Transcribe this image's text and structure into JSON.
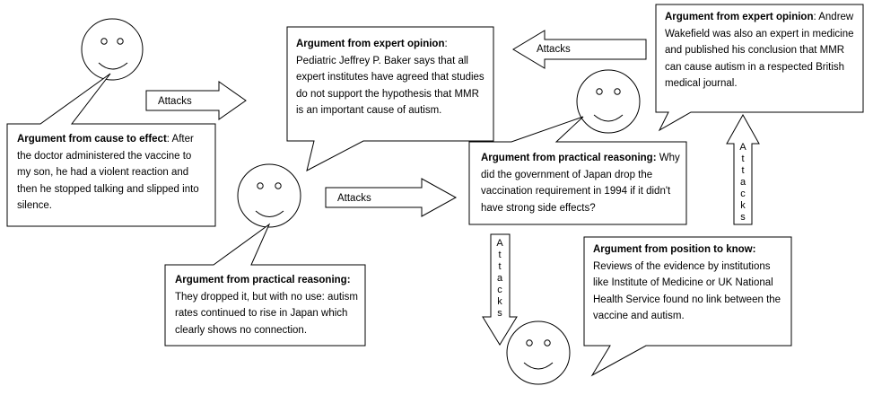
{
  "boxes": {
    "cause_effect": {
      "title": "Argument from cause to effect",
      "body": ": After the doctor administered the vaccine to my son, he had a violent reaction and then he stopped talking and slipped into silence."
    },
    "expert_left": {
      "title": "Argument from expert opinion",
      "body": ": Pediatric Jeffrey P. Baker says that all expert institutes have agreed that studies do not support the hypothesis that MMR is an important cause of autism."
    },
    "expert_right": {
      "title": "Argument from expert opinion",
      "body": ": Andrew Wakefield was also an expert in medicine and published his conclusion that MMR can cause autism in a respected British medical journal."
    },
    "practical_center": {
      "title": "Argument from practical reasoning:",
      "body": " Why did the government of Japan drop the vaccination requirement in 1994 if it didn't have strong side effects?"
    },
    "practical_left": {
      "title": "Argument from practical reasoning:",
      "body": " They dropped it, but with no use: autism rates continued to rise in Japan which clearly shows no connection."
    },
    "position_know": {
      "title": "Argument from position to know:",
      "body": " Reviews of the evidence by institutions like Institute of Medicine or UK National Health Service found no link between the vaccine and autism."
    }
  },
  "arrows": {
    "a1": "Attacks",
    "a2": "Attacks",
    "a3": "Attacks",
    "a4": "Attacks",
    "a5": "Attacks"
  }
}
